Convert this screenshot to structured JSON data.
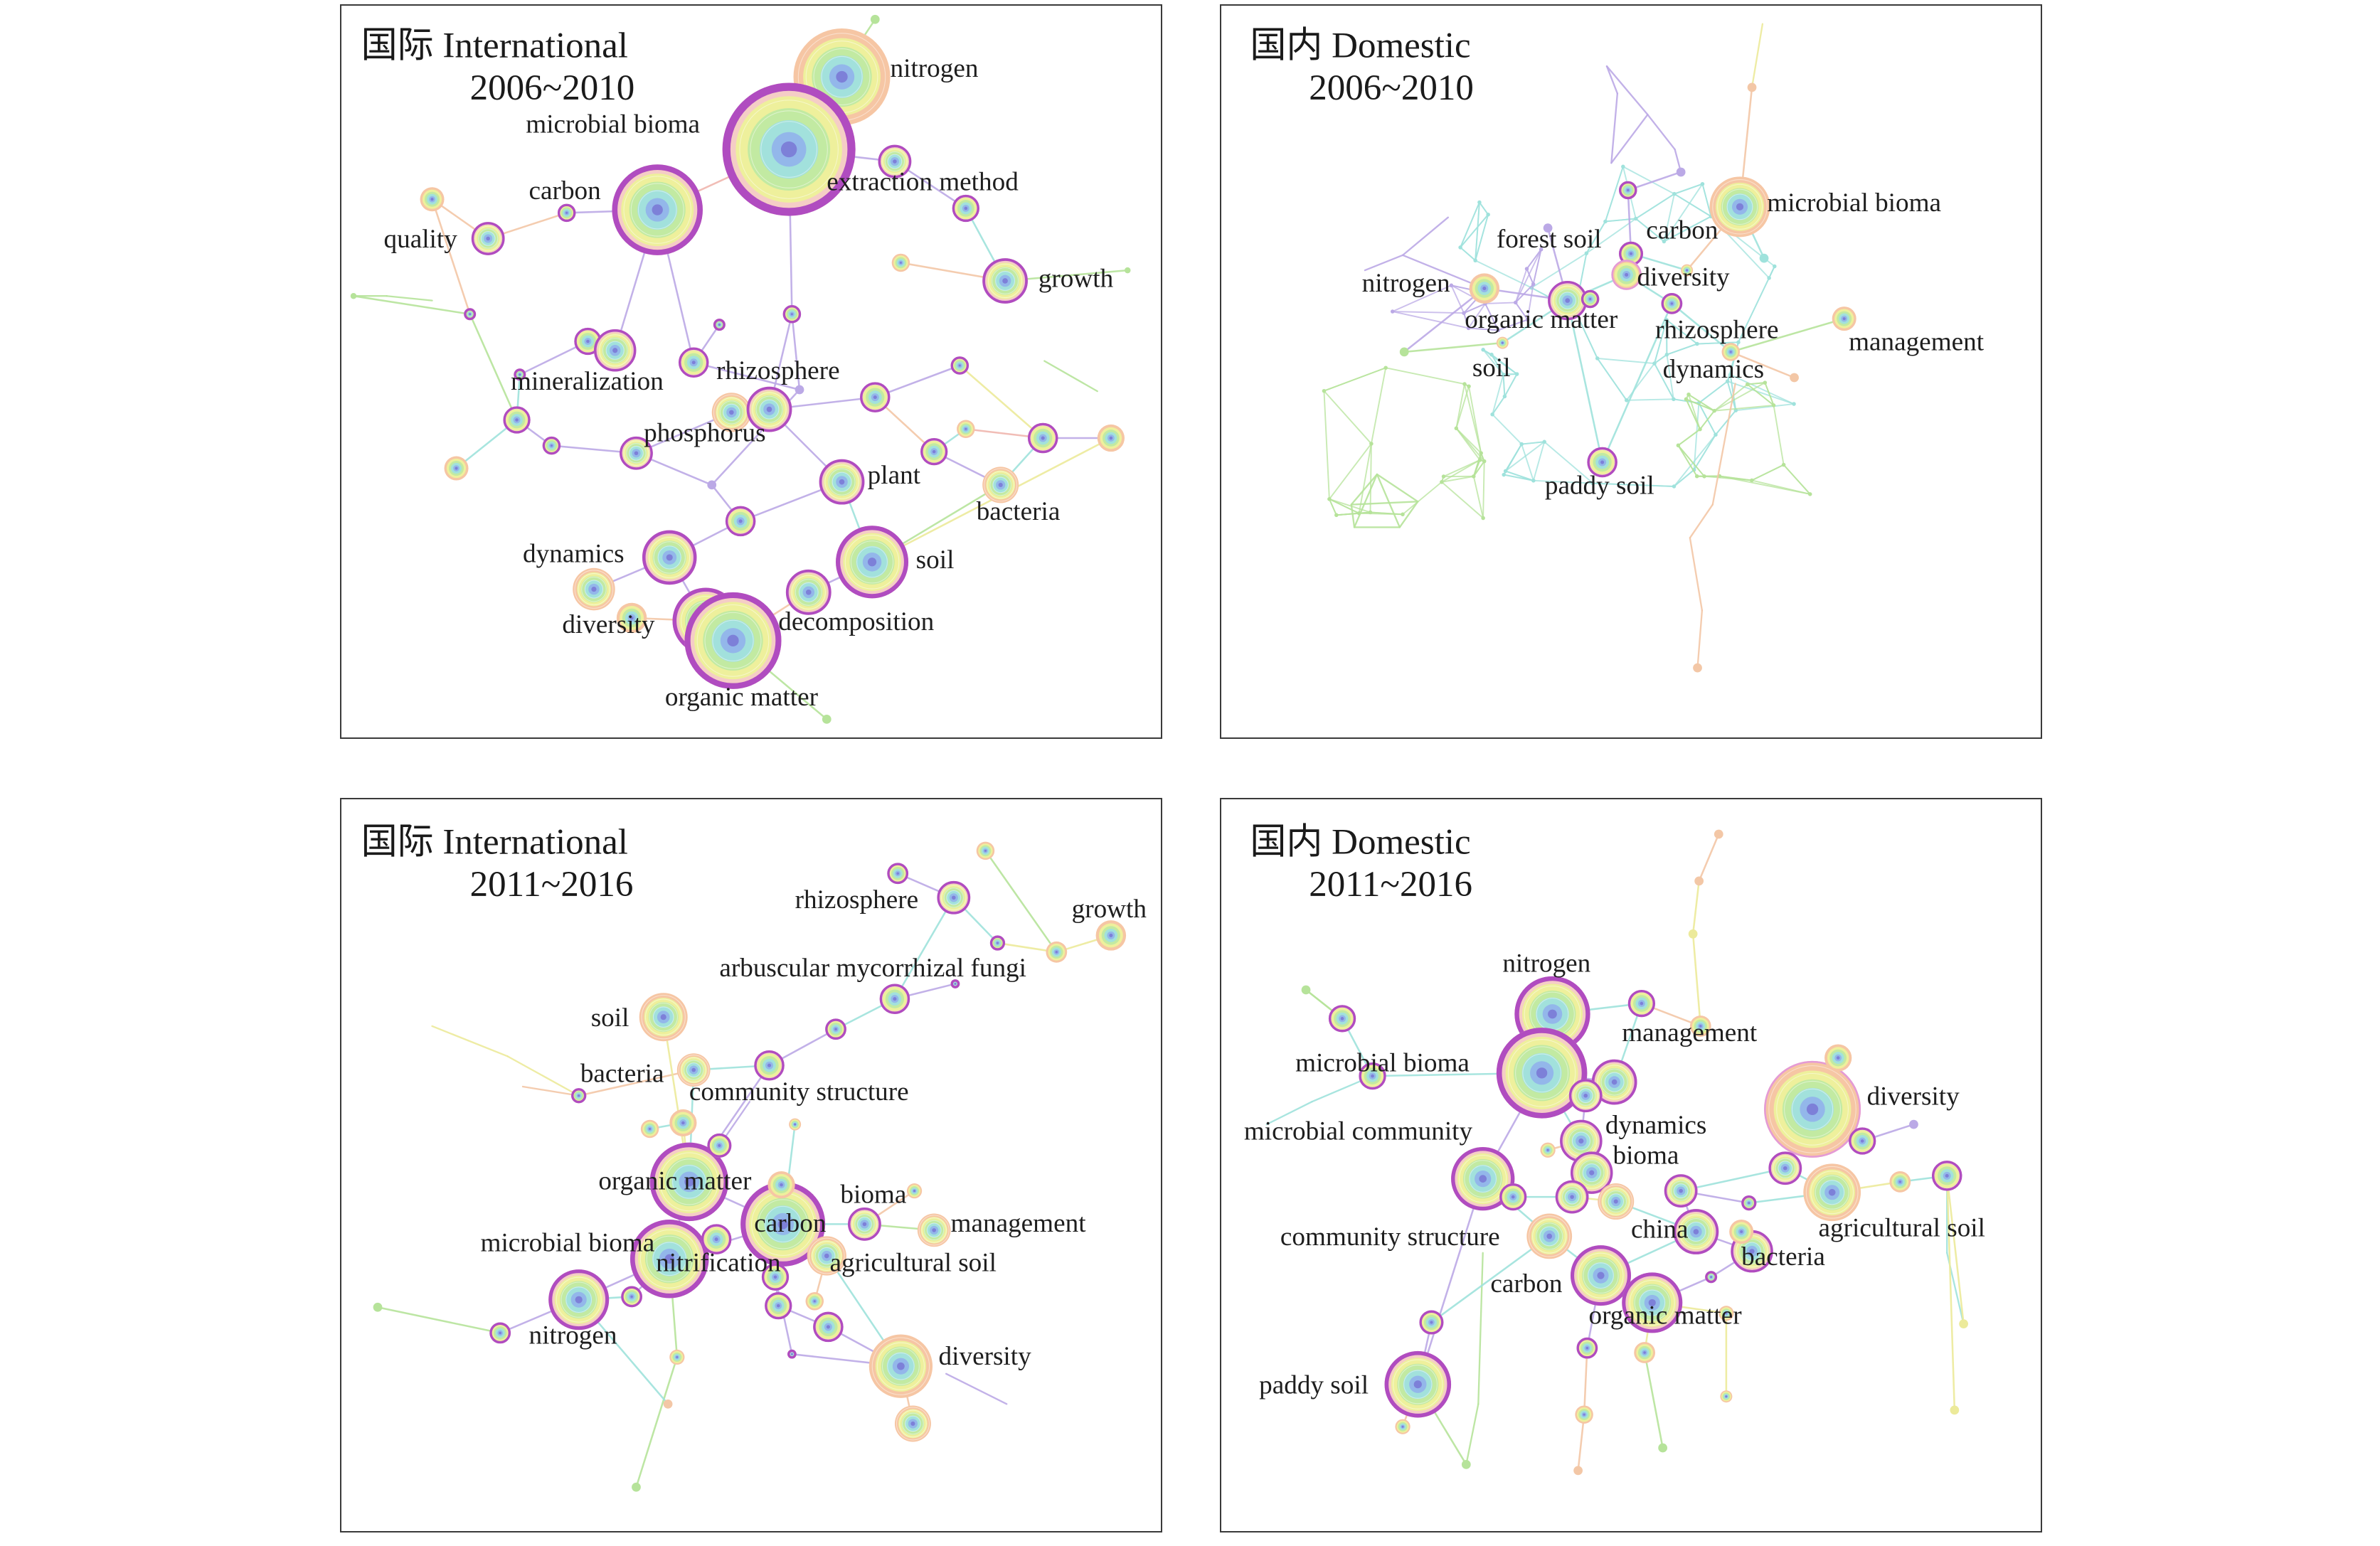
{
  "panels": [
    {
      "region": "国际 International",
      "period": "2006~2010",
      "keywords": [
        "nitrogen",
        "microbial bioma",
        "extraction method",
        "carbon",
        "quality",
        "growth",
        "mineralization",
        "rhizosphere",
        "phosphorus",
        "plant",
        "bacteria",
        "dynamics",
        "soil",
        "diversity",
        "decomposition",
        "organic matter"
      ]
    },
    {
      "region": "国内 Domestic",
      "period": "2006~2010",
      "keywords": [
        "microbial bioma",
        "carbon",
        "forest soil",
        "diversity",
        "nitrogen",
        "organic matter",
        "rhizosphere",
        "management",
        "soil",
        "dynamics",
        "paddy soil"
      ]
    },
    {
      "region": "国际 International",
      "period": "2011~2016",
      "keywords": [
        "rhizosphere",
        "growth",
        "arbuscular mycorrhizal fungi",
        "soil",
        "bacteria",
        "community structure",
        "organic matter",
        "bioma",
        "management",
        "carbon",
        "microbial bioma",
        "nitrification",
        "agricultural soil",
        "nitrogen",
        "diversity"
      ]
    },
    {
      "region": "国内 Domestic",
      "period": "2011~2016",
      "keywords": [
        "nitrogen",
        "management",
        "microbial bioma",
        "diversity",
        "microbial community",
        "dynamics",
        "bioma",
        "agricultural soil",
        "community structure",
        "china",
        "bacteria",
        "carbon",
        "organic matter",
        "paddy soil"
      ]
    }
  ],
  "colors": {
    "burst_ring": "#b04cc0",
    "halo_orange": "#f6c6a4",
    "halo_pink": "#f5cdc6",
    "ring_yellow": "#eef09c",
    "ring_green": "#c2eaa2",
    "ring_cyan": "#a2e1dc",
    "ring_blue": "#93b7ea",
    "core": "#7d80d8",
    "edge_lavender": "#bba9e6",
    "edge_cyan": "#9fe2dc",
    "edge_green": "#b6e39a",
    "edge_peach": "#f3c7a6",
    "edge_yellow": "#ecea9a",
    "edge_rose": "#f0b6ae"
  }
}
